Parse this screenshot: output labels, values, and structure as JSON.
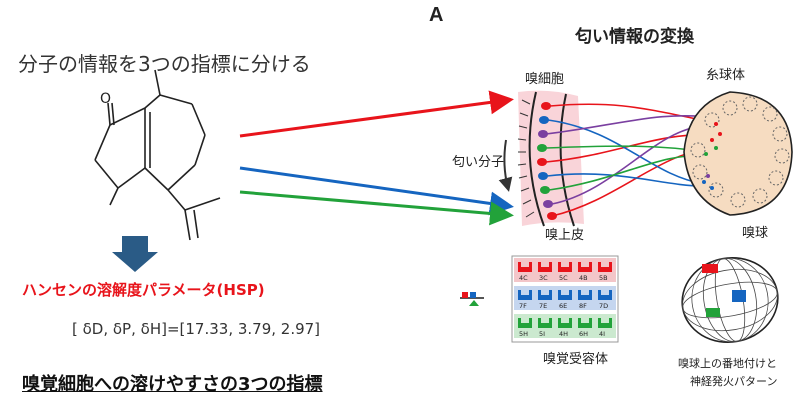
{
  "headline": "分子の情報を3つの指標に分ける",
  "hsp": {
    "title": "ハンセンの溶解度パラメータ(HSP)",
    "values": "[ δD, δP, δH]=[17.33, 3.79, 2.97]"
  },
  "conclusion": "嗅覚細胞への溶けやすさの3つの指標",
  "panel": {
    "letter": "A",
    "title": "匂い情報の変換",
    "labels": {
      "olfactory_neuron": "嗅細胞",
      "glomerulus": "糸球体",
      "odorant": "匂い分子",
      "epithelium": "嗅上皮",
      "bulb": "嗅球",
      "receptor": "嗅覚受容体",
      "map_line1": "嗅球上の番地付けと",
      "map_line2": "神経発火パターン"
    },
    "receptor_codes": [
      [
        "4C",
        "3C",
        "5C",
        "4B",
        "5B"
      ],
      [
        "7F",
        "7E",
        "6E",
        "8F",
        "7D"
      ],
      [
        "5H",
        "5I",
        "4H",
        "6H",
        "4I"
      ]
    ]
  },
  "colors": {
    "red": "#e8141b",
    "blue": "#1565c0",
    "green": "#22a23a",
    "arrow_down": "#2a5b86"
  }
}
